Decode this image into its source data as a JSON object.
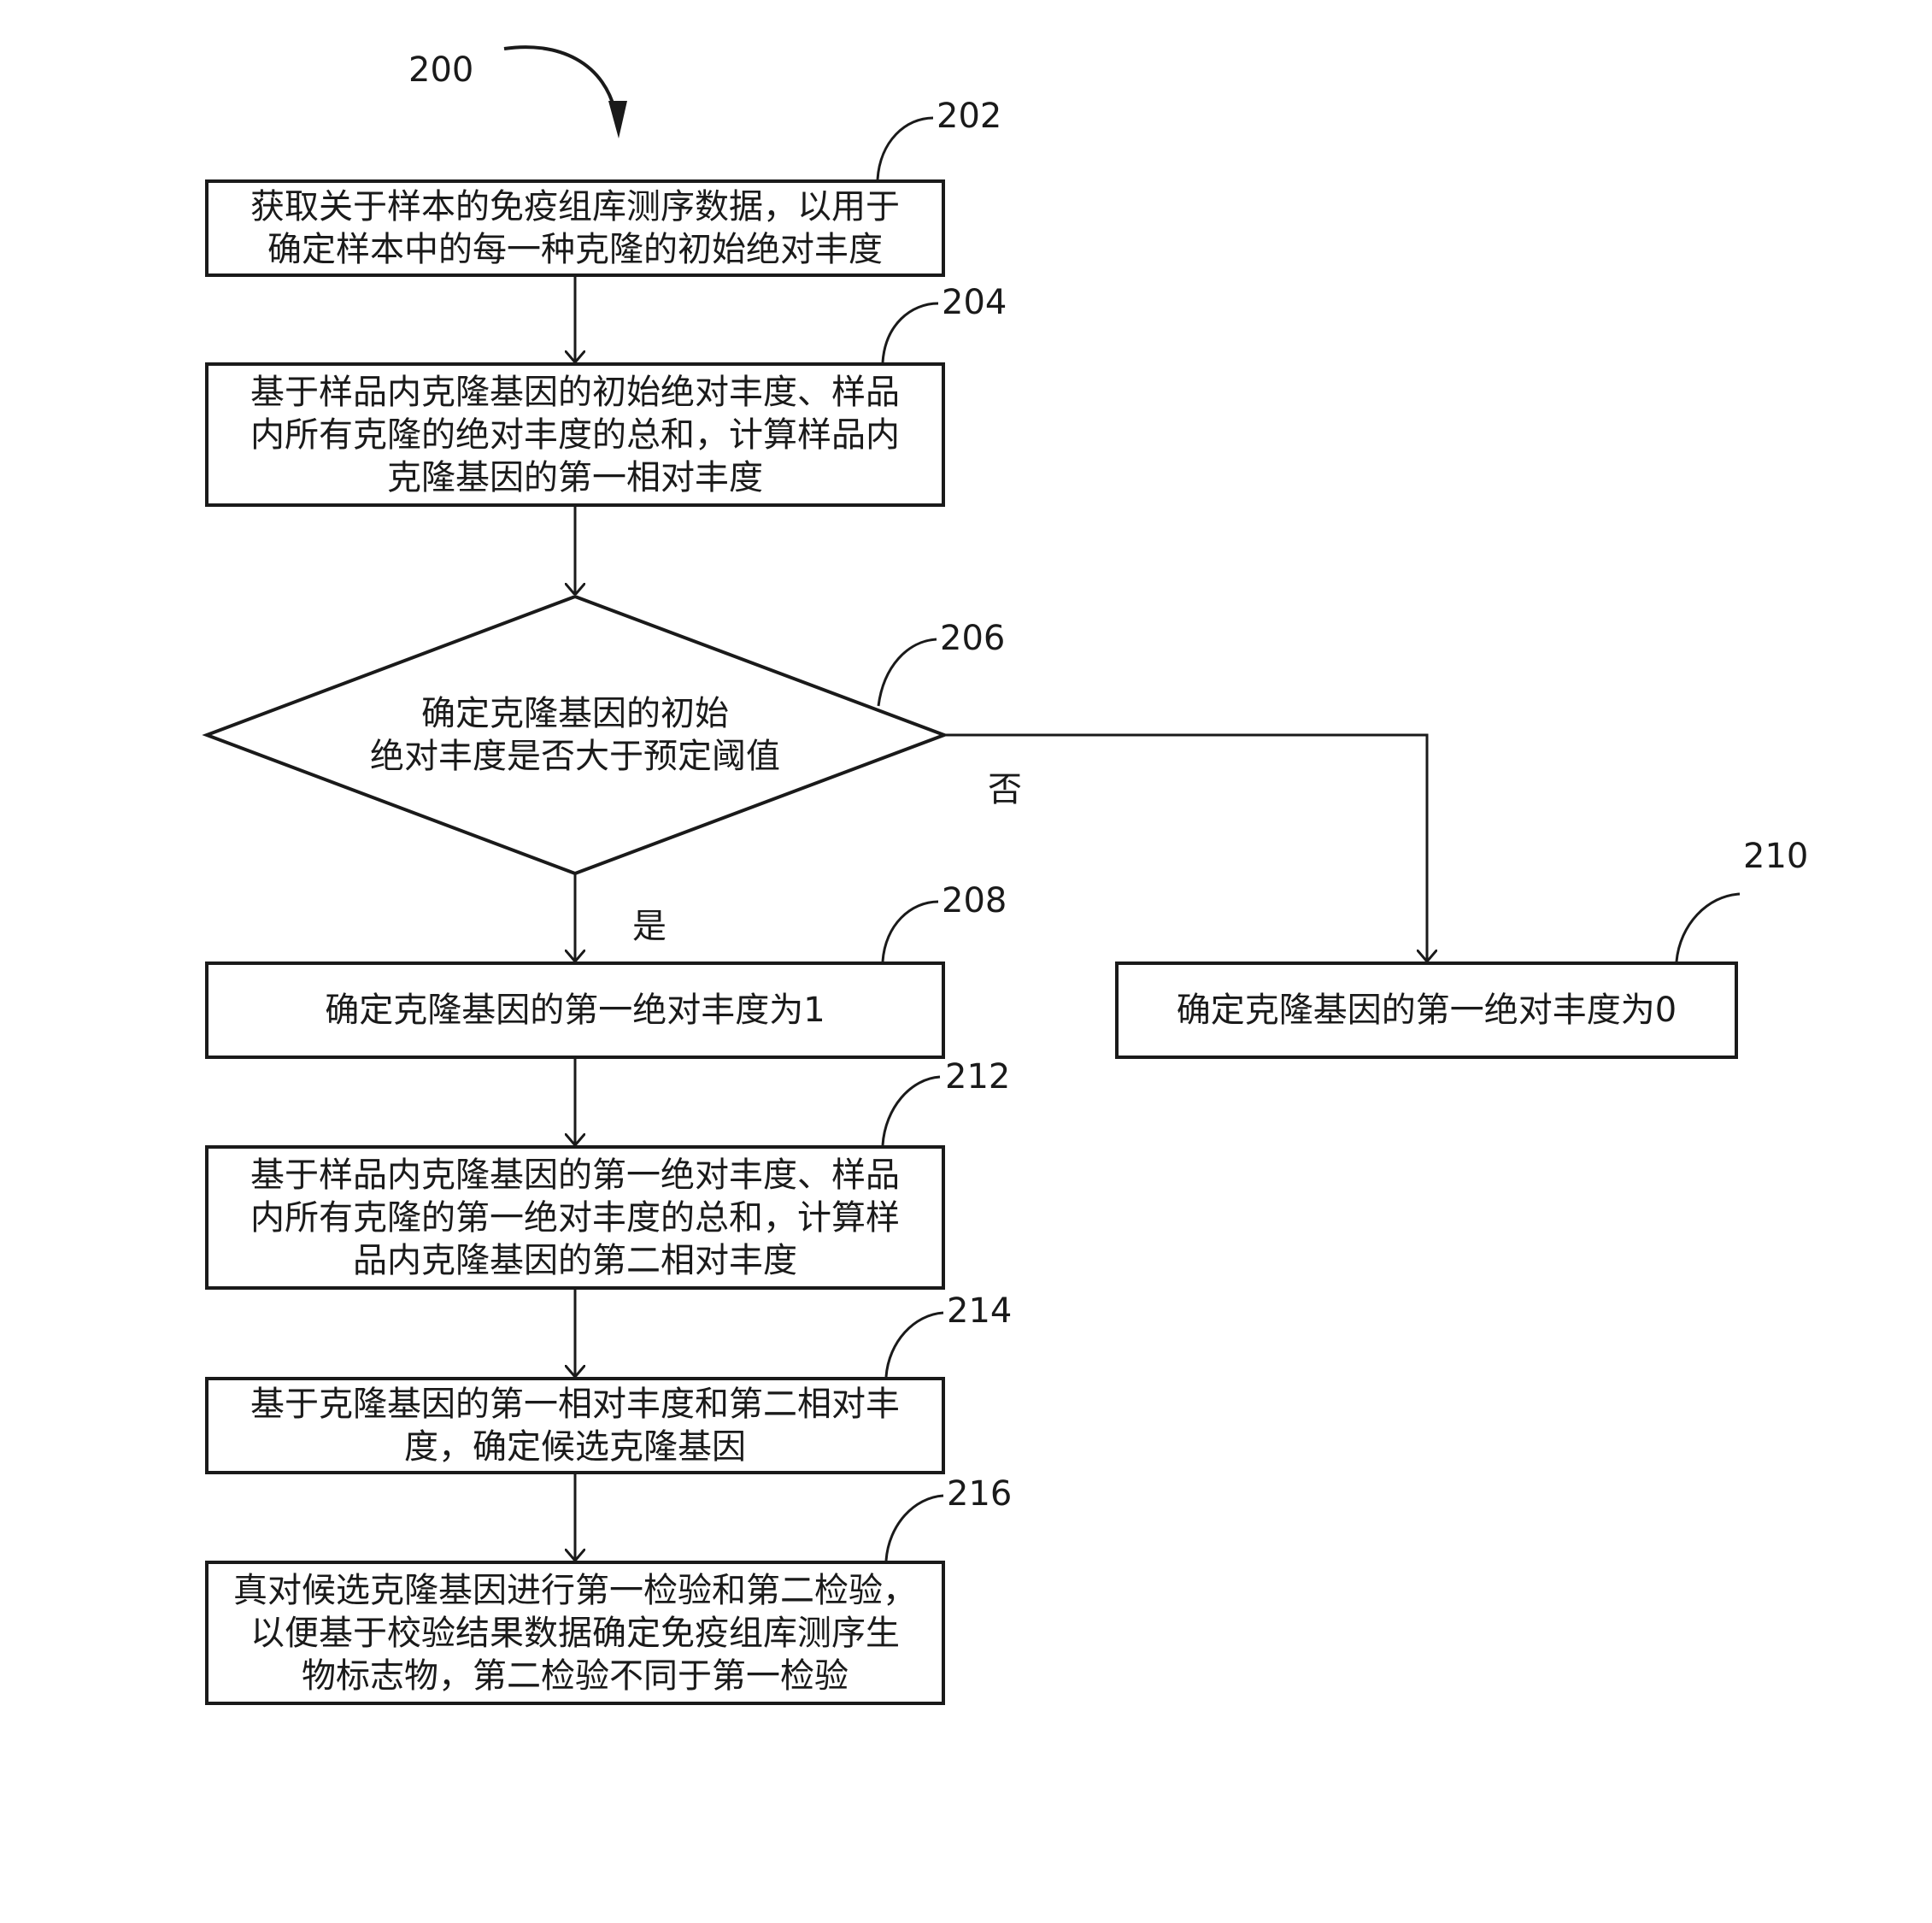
{
  "figure_number": "200",
  "steps": {
    "s202": {
      "ref": "202",
      "text": "获取关于样本的免疫组库测序数据，以用于\n确定样本中的每一种克隆的初始绝对丰度"
    },
    "s204": {
      "ref": "204",
      "text": "基于样品内克隆基因的初始绝对丰度、样品\n内所有克隆的绝对丰度的总和，计算样品内\n克隆基因的第一相对丰度"
    },
    "s206": {
      "ref": "206",
      "text": "确定克隆基因的初始\n绝对丰度是否大于预定阈值"
    },
    "s208": {
      "ref": "208",
      "text": "确定克隆基因的第一绝对丰度为1"
    },
    "s210": {
      "ref": "210",
      "text": "确定克隆基因的第一绝对丰度为0"
    },
    "s212": {
      "ref": "212",
      "text": "基于样品内克隆基因的第一绝对丰度、样品\n内所有克隆的第一绝对丰度的总和，计算样\n品内克隆基因的第二相对丰度"
    },
    "s214": {
      "ref": "214",
      "text": "基于克隆基因的第一相对丰度和第二相对丰\n度，确定候选克隆基因"
    },
    "s216": {
      "ref": "216",
      "text": "真对候选克隆基因进行第一检验和第二检验，\n以便基于校验结果数据确定免疫组库测序生\n物标志物，第二检验不同于第一检验"
    }
  },
  "branches": {
    "yes": "是",
    "no": "否"
  }
}
